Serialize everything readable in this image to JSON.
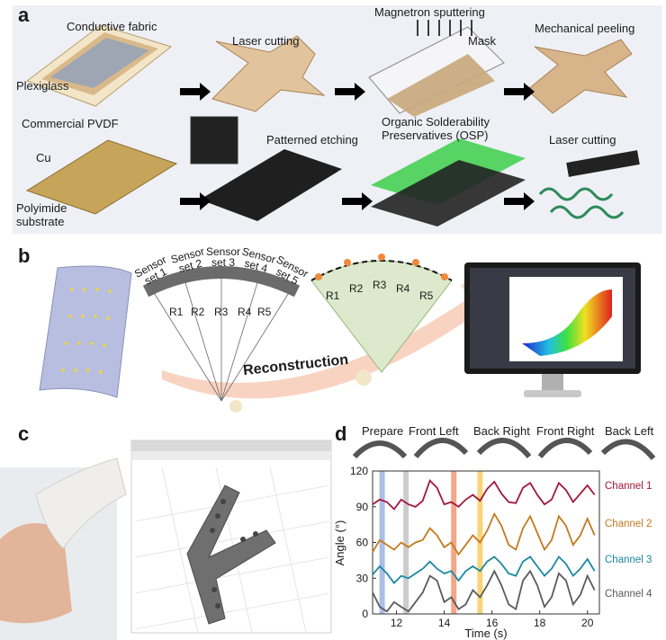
{
  "panels": {
    "a": {
      "letter": "a",
      "labels": {
        "conductive_fabric": "Conductive fabric",
        "plexiglass": "Plexiglass",
        "commercial_pvdf": "Commercial PVDF",
        "laser_cutting_top": "Laser cutting",
        "magnetron_sputtering": "Magnetron sputtering",
        "mask": "Mask",
        "mechanical_peeling": "Mechanical peeling",
        "cu": "Cu",
        "polyimide": "Polyimide\nsubstrate",
        "patterned_etching": "Patterned etching",
        "osp": "Organic Solderability\nPreservatives (OSP)",
        "laser_cutting_bottom": "Laser cutting"
      }
    },
    "b": {
      "letter": "b",
      "sensor_sets": [
        "Sensor set 1",
        "Sensor set 2",
        "Sensor set 3",
        "Sensor set 4",
        "Sensor set 5"
      ],
      "radii": [
        "R1",
        "R2",
        "R3",
        "R4",
        "R5"
      ],
      "reconstruction": "Reconstruction"
    },
    "c": {
      "letter": "c"
    },
    "d": {
      "letter": "d",
      "motions": [
        "Prepare",
        "Front Left",
        "Back Right",
        "Front Right",
        "Back Left"
      ]
    }
  },
  "chart_data": {
    "type": "line",
    "xlabel": "Time (s)",
    "ylabel": "Angle (°)",
    "xlim": [
      11,
      20.5
    ],
    "ylim": [
      0,
      120
    ],
    "xticks": [
      12,
      14,
      16,
      18,
      20
    ],
    "yticks": [
      0,
      30,
      60,
      90,
      120
    ],
    "highlight_bands": [
      {
        "x": 11.4,
        "color": "#8fa8e0"
      },
      {
        "x": 12.4,
        "color": "#bbbbbb"
      },
      {
        "x": 14.4,
        "color": "#f08a60"
      },
      {
        "x": 15.5,
        "color": "#f7c64a"
      }
    ],
    "x": [
      11.0,
      11.3,
      11.6,
      11.9,
      12.2,
      12.5,
      12.8,
      13.1,
      13.4,
      13.7,
      14.0,
      14.3,
      14.6,
      14.9,
      15.2,
      15.5,
      15.8,
      16.1,
      16.4,
      16.7,
      17.0,
      17.3,
      17.6,
      17.9,
      18.2,
      18.5,
      18.8,
      19.1,
      19.4,
      19.7,
      20.0,
      20.3
    ],
    "series": [
      {
        "name": "Channel 1",
        "color": "#a3173a",
        "values": [
          92,
          96,
          94,
          88,
          96,
          92,
          90,
          95,
          112,
          106,
          92,
          94,
          90,
          96,
          100,
          95,
          105,
          111,
          101,
          94,
          93,
          106,
          110,
          100,
          92,
          96,
          110,
          104,
          94,
          101,
          108,
          100
        ]
      },
      {
        "name": "Channel 2",
        "color": "#c47a1e",
        "values": [
          52,
          62,
          58,
          54,
          60,
          56,
          60,
          62,
          72,
          66,
          56,
          60,
          50,
          58,
          66,
          60,
          70,
          84,
          74,
          58,
          54,
          72,
          82,
          68,
          54,
          62,
          82,
          74,
          58,
          66,
          80,
          66
        ]
      },
      {
        "name": "Channel 3",
        "color": "#1a8aa0",
        "values": [
          33,
          40,
          34,
          26,
          32,
          30,
          34,
          38,
          44,
          38,
          34,
          36,
          28,
          36,
          40,
          36,
          44,
          48,
          42,
          34,
          32,
          44,
          48,
          40,
          32,
          38,
          48,
          42,
          32,
          38,
          46,
          36
        ]
      },
      {
        "name": "Channel 4",
        "color": "#5a5a5a",
        "values": [
          18,
          6,
          2,
          10,
          6,
          2,
          10,
          18,
          32,
          28,
          10,
          14,
          4,
          8,
          20,
          14,
          24,
          36,
          24,
          8,
          4,
          28,
          36,
          24,
          6,
          14,
          34,
          28,
          8,
          16,
          32,
          20
        ]
      }
    ]
  }
}
